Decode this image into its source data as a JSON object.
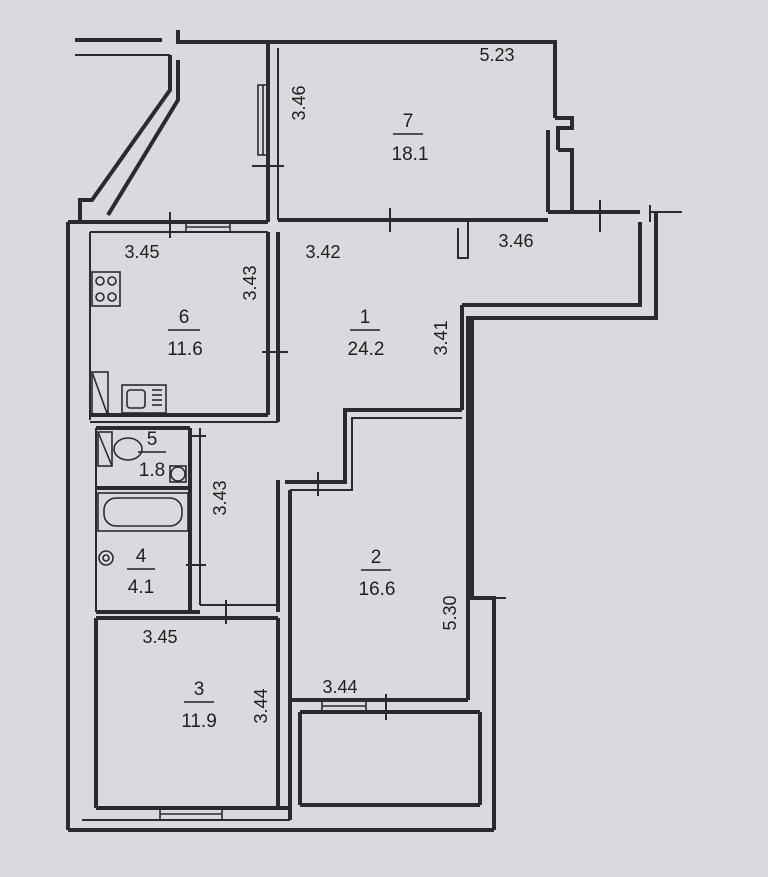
{
  "rooms": [
    {
      "id": "7",
      "number": "7",
      "area": "18.1"
    },
    {
      "id": "6",
      "number": "6",
      "area": "11.6"
    },
    {
      "id": "1",
      "number": "1",
      "area": "24.2"
    },
    {
      "id": "5",
      "number": "5",
      "area": "1.8"
    },
    {
      "id": "4",
      "number": "4",
      "area": "4.1"
    },
    {
      "id": "2",
      "number": "2",
      "area": "16.6"
    },
    {
      "id": "3",
      "number": "3",
      "area": "11.9"
    }
  ],
  "dimensions": {
    "d_523": "5.23",
    "d_346_room7": "3.46",
    "d_345_room6": "3.45",
    "d_343_room6": "3.43",
    "d_342_room1": "3.42",
    "d_346_corridor": "3.46",
    "d_341_room1": "3.41",
    "d_343_bath": "3.43",
    "d_345_room3": "3.45",
    "d_344_room3": "3.44",
    "d_344_room2": "3.44",
    "d_530_room2": "5.30"
  }
}
